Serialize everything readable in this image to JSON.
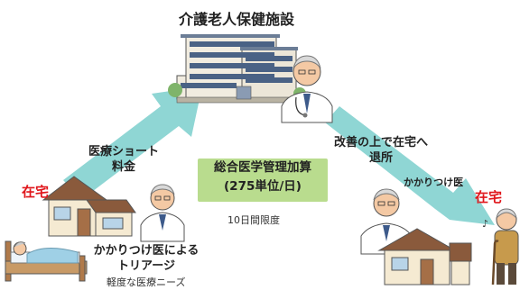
{
  "title": "介護老人保健施設",
  "home_left": "在宅",
  "home_right": "在宅",
  "arrow_up_label": [
    "医療ショート",
    "料金"
  ],
  "arrow_down_label": [
    "改善の上で在宅へ",
    "退所"
  ],
  "fee_box": [
    "総合医学管理加算",
    "(275単位/日)"
  ],
  "limit_note": "10日間限度",
  "gp_left": [
    "かかりつけ医による",
    "トリアージ"
  ],
  "gp_left_sub": "軽度な医療ニーズ",
  "gp_right": "かかりつけ医",
  "colors": {
    "arrow": "#8fd6d4",
    "box": "#b9dc8e",
    "accent_red": "#e0161b"
  }
}
